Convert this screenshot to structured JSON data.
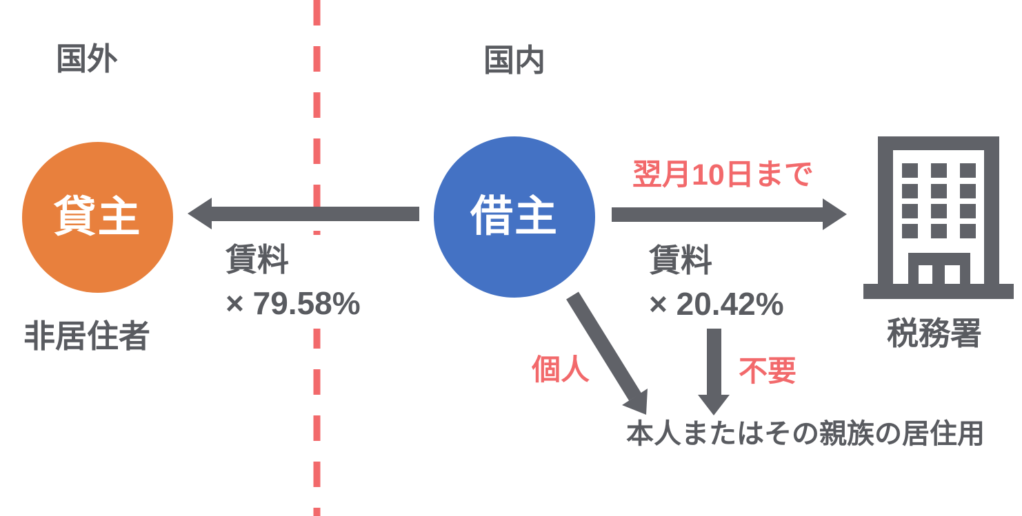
{
  "diagram": {
    "regions": {
      "overseas": "国外",
      "domestic": "国内"
    },
    "landlord": {
      "name": "貸主",
      "status": "非居住者"
    },
    "tenant": {
      "name": "借主"
    },
    "tax_office": {
      "name": "税務署"
    },
    "rent_flow": {
      "line1": "賃料",
      "line2": "× 79.58%"
    },
    "withholding_flow": {
      "deadline": "翌月10日まで",
      "line1": "賃料",
      "line2": "× 20.42%"
    },
    "individual_flow": {
      "label": "個人"
    },
    "exemption_flow": {
      "label": "不要"
    },
    "residence": {
      "label": "本人またはその親族の居住用"
    },
    "colors": {
      "landlord_circle": "#E8803D",
      "tenant_circle": "#4472C4",
      "arrow_gray": "#606268",
      "text_gray": "#595B60",
      "accent_red": "#F2696B",
      "box_background": "#FFFFFF"
    }
  }
}
